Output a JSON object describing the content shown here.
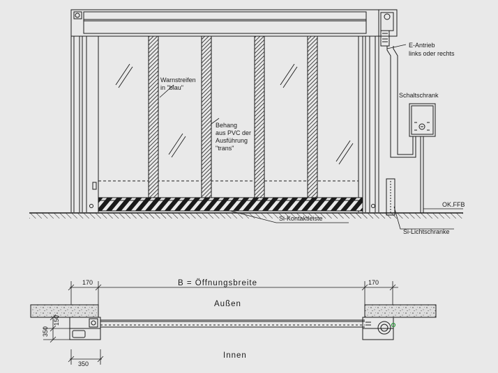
{
  "colors": {
    "background": "#e9e9e9",
    "line": "#1a1a1a",
    "accent_green": "#2e9a3e"
  },
  "elevation": {
    "labels": {
      "drive": [
        "E-Antrieb",
        "links oder rechts"
      ],
      "control_cabinet": "Schaltschrank",
      "warning_stripes": [
        "Warnstreifen",
        "in \"blau\""
      ],
      "curtain": [
        "Behang",
        "aus PVC der",
        "Ausführung",
        "\"trans\""
      ],
      "floor_level": "OK.FFB",
      "safety_edge": "Si-Kontaktleiste",
      "light_barrier": "Si-Lichtschranke"
    }
  },
  "plan": {
    "dimensions": {
      "left_side": "170",
      "right_side": "170",
      "opening_width": "B = Öffnungsbreite",
      "depth": "350",
      "frame_depth": "150",
      "bottom_width": "350"
    },
    "labels": {
      "outside": "Außen",
      "inside": "Innen"
    }
  }
}
